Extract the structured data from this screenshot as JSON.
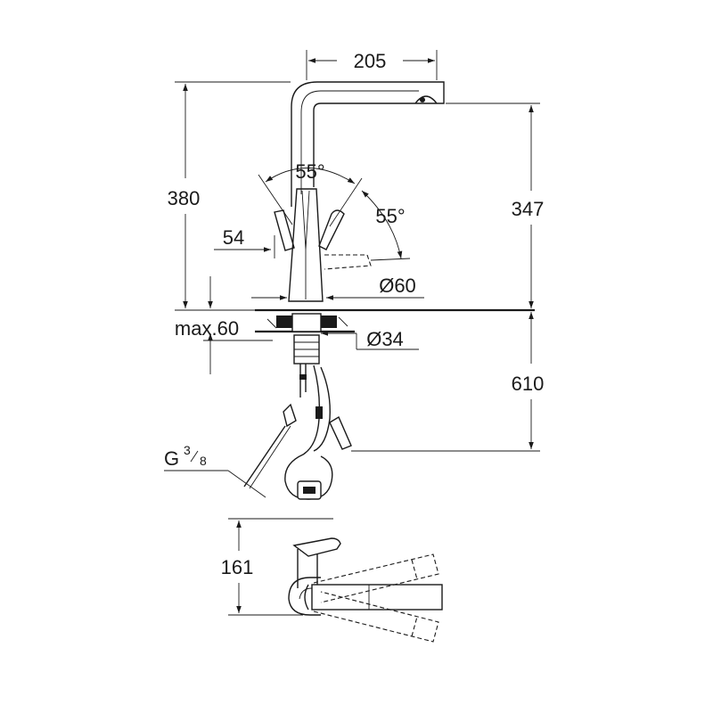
{
  "dimensions": {
    "width_spout": "205",
    "height_total": "380",
    "height_spout": "347",
    "lever_angle_top": "55°",
    "lever_angle_side": "55°",
    "lever_offset": "54",
    "body_diameter": "Ø60",
    "max_counter": "max.60",
    "hole_diameter": "Ø34",
    "hose_length": "610",
    "thread_main": "G",
    "thread_num": "3",
    "thread_den": "8",
    "top_view_height": "161"
  }
}
